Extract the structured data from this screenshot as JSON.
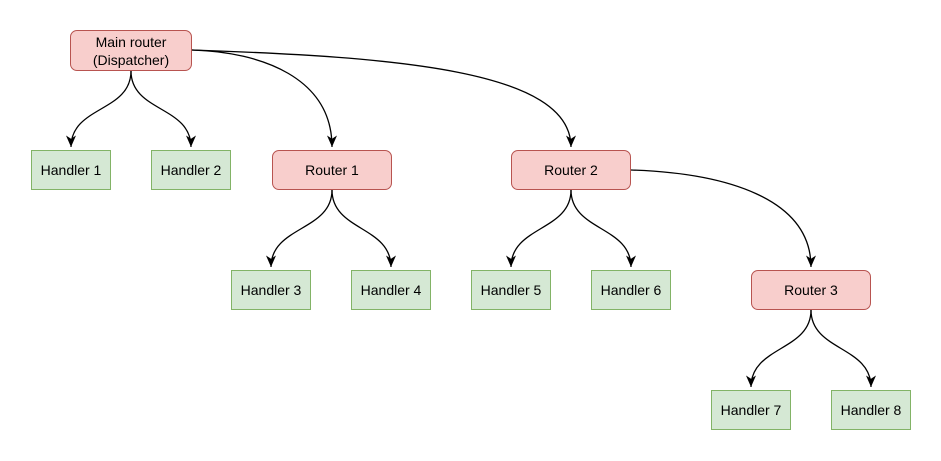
{
  "diagram": {
    "nodes": [
      {
        "id": "main-router",
        "label": "Main router\n(Dispatcher)",
        "type": "router"
      },
      {
        "id": "handler-1",
        "label": "Handler 1",
        "type": "handler"
      },
      {
        "id": "handler-2",
        "label": "Handler 2",
        "type": "handler"
      },
      {
        "id": "router-1",
        "label": "Router 1",
        "type": "router"
      },
      {
        "id": "router-2",
        "label": "Router 2",
        "type": "router"
      },
      {
        "id": "handler-3",
        "label": "Handler 3",
        "type": "handler"
      },
      {
        "id": "handler-4",
        "label": "Handler 4",
        "type": "handler"
      },
      {
        "id": "handler-5",
        "label": "Handler 5",
        "type": "handler"
      },
      {
        "id": "handler-6",
        "label": "Handler 6",
        "type": "handler"
      },
      {
        "id": "router-3",
        "label": "Router 3",
        "type": "router"
      },
      {
        "id": "handler-7",
        "label": "Handler 7",
        "type": "handler"
      },
      {
        "id": "handler-8",
        "label": "Handler 8",
        "type": "handler"
      }
    ],
    "edges": [
      {
        "from": "main-router",
        "to": "handler-1"
      },
      {
        "from": "main-router",
        "to": "handler-2"
      },
      {
        "from": "main-router",
        "to": "router-1"
      },
      {
        "from": "main-router",
        "to": "router-2"
      },
      {
        "from": "router-1",
        "to": "handler-3"
      },
      {
        "from": "router-1",
        "to": "handler-4"
      },
      {
        "from": "router-2",
        "to": "handler-5"
      },
      {
        "from": "router-2",
        "to": "handler-6"
      },
      {
        "from": "router-2",
        "to": "router-3"
      },
      {
        "from": "router-3",
        "to": "handler-7"
      },
      {
        "from": "router-3",
        "to": "handler-8"
      }
    ],
    "colors": {
      "background": "#ffffff",
      "text": "#000000",
      "edge": "#000000",
      "router_fill": "#f8cecc",
      "router_border": "#b85450",
      "handler_fill": "#d5e8d4",
      "handler_border": "#82b366"
    }
  }
}
